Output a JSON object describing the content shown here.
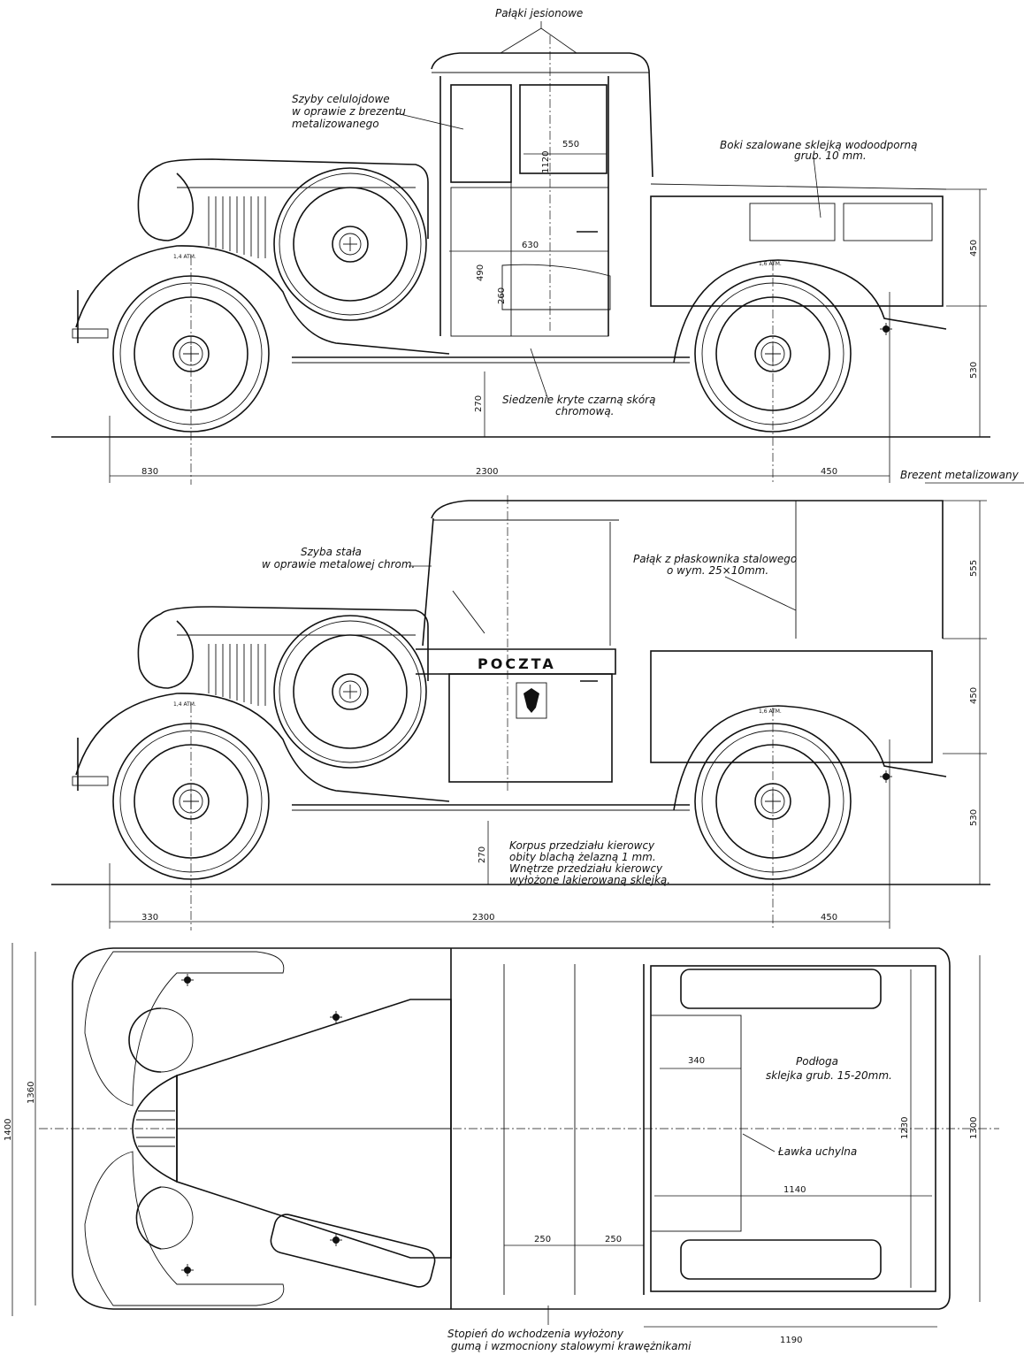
{
  "annotations": {
    "palaki": "Pałąki jesionowe",
    "szyby_1": "Szyby celulojdowe",
    "szyby_2": "w oprawie z brezentu",
    "szyby_3": "metalizowanego",
    "boki_1": "Boki szalowane sklejką wodoodporną",
    "boki_2": "grub. 10 mm.",
    "siedzenie_1": "Siedzenie kryte czarną skórą",
    "siedzenie_2": "chromową.",
    "brezent": "Brezent metalizowany",
    "szyba_1": "Szyba stała",
    "szyba_2": "w oprawie metalowej chrom.",
    "palak_1": "Pałąk z płaskownika stalowego",
    "palak_2": "o wym. 25×10mm.",
    "korpus_1": "Korpus przedziału kierowcy",
    "korpus_2": "obity blachą żelazną 1 mm.",
    "korpus_3": "Wnętrze przedziału kierowcy",
    "korpus_4": "wyłożone lakierowaną sklejką.",
    "podloga_1": "Podłoga",
    "podloga_2": "sklejka grub. 15-20mm.",
    "lawka": "Ławka uchylna",
    "stopien_1": "Stopień do wchodzenia wyłożony",
    "stopien_2": "gumą i wzmocniony stalowymi krawężnikami",
    "poczta": "POCZTA",
    "tire": "1,4 ATM.",
    "tire_rear": "1,6 ATM."
  },
  "dimensions": {
    "top": {
      "d550": "550",
      "d1120": "1120",
      "d630": "630",
      "d490": "490",
      "d260": "260",
      "d270": "270",
      "d450": "450",
      "d530": "530",
      "base_front": "830",
      "base_wheel": "2300",
      "base_rear": "450"
    },
    "middle": {
      "d555": "555",
      "d450": "450",
      "d530": "530",
      "d270": "270",
      "base_front": "330",
      "base_wheel": "2300",
      "base_rear": "450"
    },
    "plan": {
      "d1400": "1400",
      "d1360": "1360",
      "d340": "340",
      "d1230": "1230",
      "d1300": "1300",
      "d1140": "1140",
      "d250a": "250",
      "d250b": "250",
      "d1190": "1190"
    }
  },
  "colors": {
    "ink": "#111111",
    "paper": "#ffffff"
  }
}
